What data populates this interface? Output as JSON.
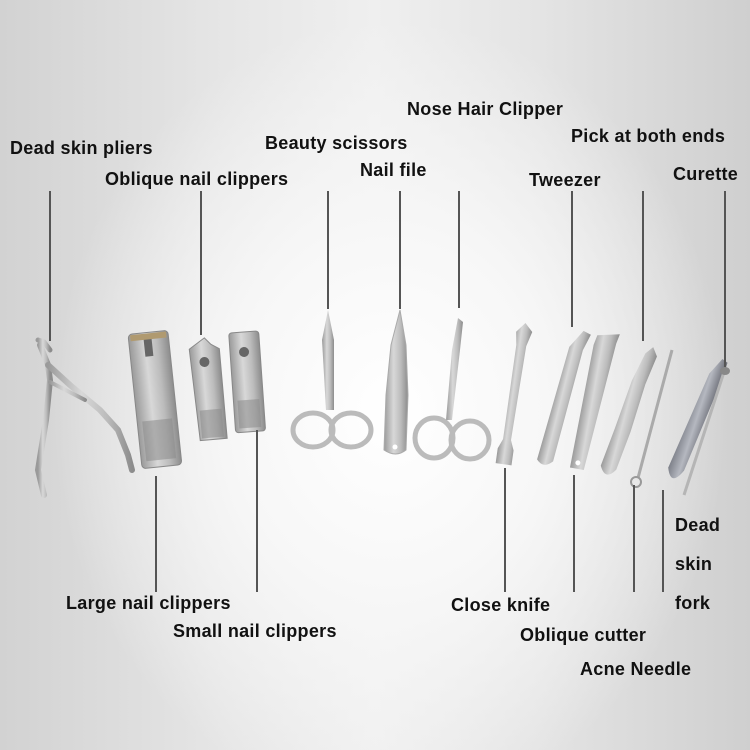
{
  "title": "Manicure set tool labels",
  "labels": {
    "dead_skin_pliers": "Dead skin pliers",
    "oblique_nail_clippers": "Oblique nail clippers",
    "beauty_scissors": "Beauty scissors",
    "nail_file": "Nail file",
    "nose_hair_clipper": "Nose Hair Clipper",
    "tweezer": "Tweezer",
    "pick_at_both_ends": "Pick at both ends",
    "curette": "Curette",
    "large_nail_clippers": "Large nail clippers",
    "small_nail_clippers": "Small nail clippers",
    "close_knife": "Close knife",
    "oblique_cutter": "Oblique cutter",
    "acne_needle": "Acne Needle",
    "dead_skin_fork_1": "Dead",
    "dead_skin_fork_2": "skin",
    "dead_skin_fork_3": "fork"
  },
  "colors": {
    "text": "#111111",
    "line": "#555555",
    "metal": "#b8b8b8",
    "metal_dark": "#8a8a8a"
  }
}
